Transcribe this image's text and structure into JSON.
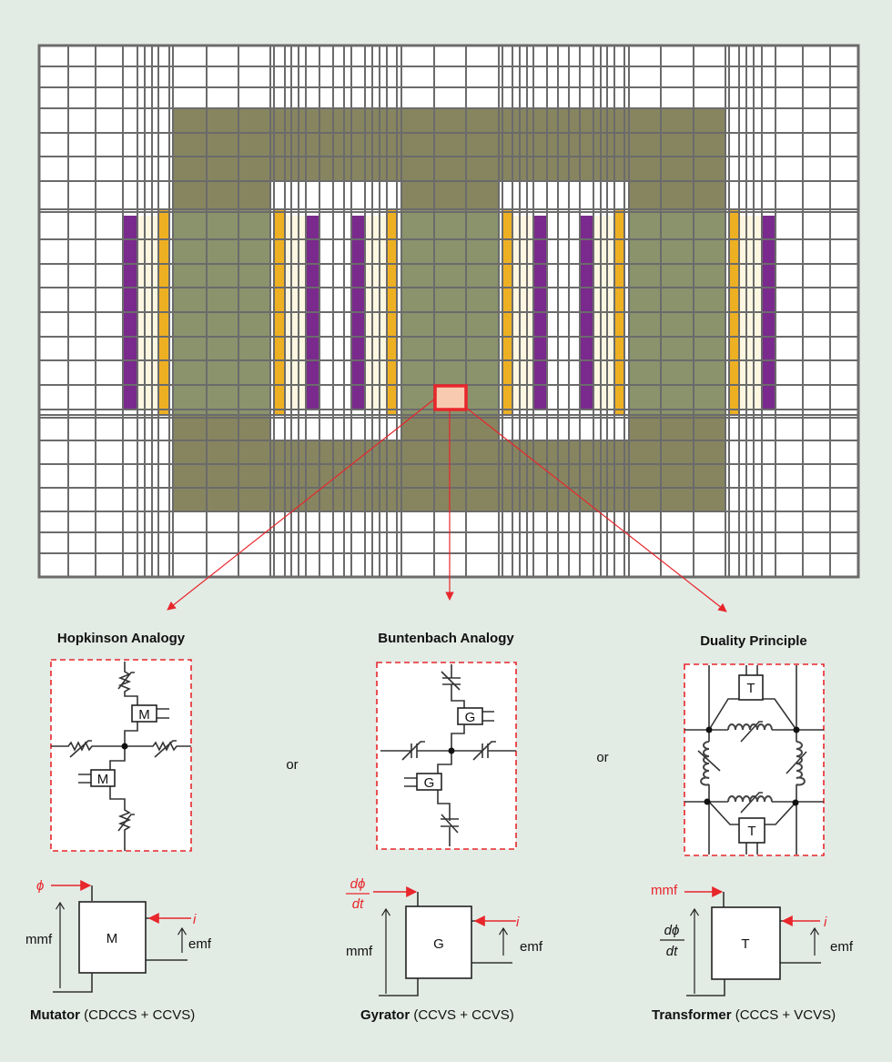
{
  "colors": {
    "background": "#e3ebe5",
    "grid_line": "#6b6b6b",
    "yoke": "#878560",
    "limb": "#8a936c",
    "coil_purple": "#7a2a8c",
    "coil_orange": "#eeb023",
    "coil_cream": "#fdf7e1",
    "highlight_fill": "#f8cbb1",
    "accent_red": "#e8262b"
  },
  "analogies": [
    {
      "title": "Hopkinson Analogy",
      "element": "M"
    },
    {
      "title": "Buntenbach Analogy",
      "element": "G"
    },
    {
      "title": "Duality Principle",
      "element": "T"
    }
  ],
  "separator": "or",
  "models": [
    {
      "symbol": "M",
      "input_flow": "ϕ",
      "left_label": "mmf",
      "right_flow": "i",
      "right_label": "emf",
      "caption_bold": "Mutator",
      "caption_rest": " (CDCCS + CCVS)"
    },
    {
      "symbol": "G",
      "input_flow_num": "dϕ",
      "input_flow_den": "dt",
      "left_label": "mmf",
      "right_flow": "i",
      "right_label": "emf",
      "caption_bold": "Gyrator",
      "caption_rest": " (CCVS + CCVS)"
    },
    {
      "symbol": "T",
      "input_flow": "mmf",
      "left_num": "dϕ",
      "left_den": "dt",
      "right_flow": "i",
      "right_label": "emf",
      "caption_bold": "Transformer",
      "caption_rest": " (CCCS + VCVS)"
    }
  ]
}
